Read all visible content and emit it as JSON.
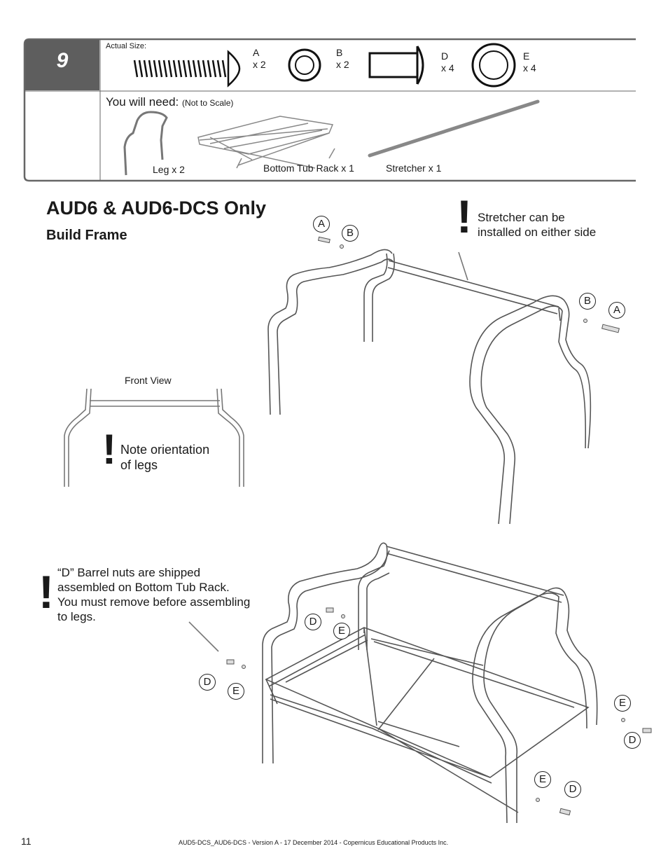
{
  "step": {
    "number": "9",
    "actual_size_label": "Actual Size:",
    "parts": [
      {
        "letter": "A",
        "qty": "x 2"
      },
      {
        "letter": "B",
        "qty": "x 2"
      },
      {
        "letter": "D",
        "qty": "x 4"
      },
      {
        "letter": "E",
        "qty": "x 4"
      }
    ],
    "you_will_need": "You will need:",
    "not_to_scale": "(Not to Scale)",
    "components": [
      {
        "name": "Leg",
        "qty": "x 2"
      },
      {
        "name": "Bottom Tub Rack",
        "qty": "x 1"
      },
      {
        "name": "Stretcher",
        "qty": "x 1"
      }
    ]
  },
  "section": {
    "title": "AUD6 & AUD6-DCS Only",
    "subtitle": "Build Frame"
  },
  "notes": {
    "stretcher": [
      "Stretcher can be",
      "installed on either side"
    ],
    "front_view": "Front View",
    "orientation": [
      "Note orientation",
      "of legs"
    ],
    "barrel": [
      "“D” Barrel nuts are shipped",
      "assembled on Bottom Tub Rack.",
      "You must remove before assembling",
      "to legs."
    ],
    "exclamation": "!"
  },
  "callouts": {
    "top_left": [
      "A",
      "B"
    ],
    "top_right": [
      "B",
      "A"
    ],
    "bottom_left_upper": [
      "D",
      "E"
    ],
    "bottom_left_lower": [
      "D",
      "E"
    ],
    "bottom_right": [
      "E",
      "D",
      "E",
      "D"
    ]
  },
  "footer": {
    "page_number": "11",
    "doc_info": "AUD5-DCS_AUD6-DCS - Version A - 17 December 2014 - Copernicus Educational Products Inc."
  }
}
